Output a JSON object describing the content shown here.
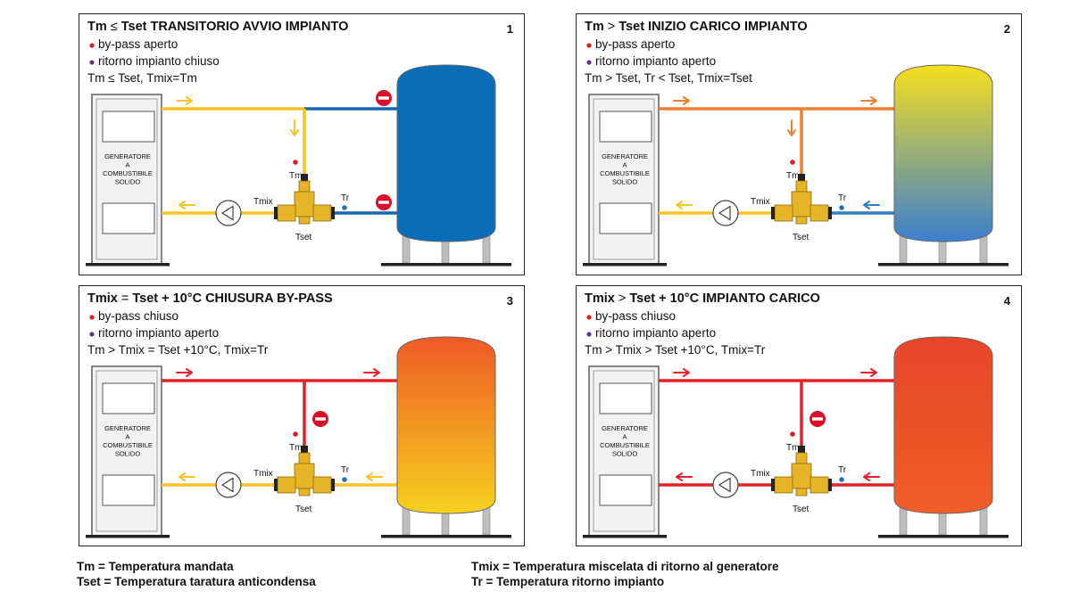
{
  "panels": [
    {
      "number": "1",
      "title_bold_1": "Tm",
      "title_op": "≤",
      "title_bold_2": "Tset TRANSITORIO AVVIO IMPIANTO",
      "line1": "by-pass aperto",
      "line2": "ritorno impianto chiuso",
      "line3": "Tm ≤ Tset, Tmix=Tm",
      "generator_label": [
        "GENERATORE",
        "A",
        "COMBUSTIBILE",
        "SOLIDO"
      ],
      "label_tm": "Tm",
      "label_tmix": "Tmix",
      "label_tr": "Tr",
      "label_tset": "Tset",
      "colors": {
        "supply": "#f7c325",
        "bypass": "#f7c325",
        "return_loop": "#f7c325",
        "plant_return": "#1565b5",
        "plant_supply": "#1565b5",
        "tank_top": "#0a6db8",
        "tank_bottom": "#0a6db8"
      },
      "arrows": [
        "supply-in",
        "bypass-down",
        "return-out"
      ],
      "stops": [
        "supply-stop",
        "return-stop"
      ]
    },
    {
      "number": "2",
      "title_bold_1": "Tm",
      "title_op": ">",
      "title_bold_2": "Tset INIZIO CARICO IMPIANTO",
      "line1": "by-pass aperto",
      "line2": "ritorno impianto aperto",
      "line3": "Tm > Tset, Tr < Tset, Tmix=Tset",
      "generator_label": [
        "GENERATORE",
        "A",
        "COMBUSTIBILE",
        "SOLIDO"
      ],
      "label_tm": "Tm",
      "label_tmix": "Tmix",
      "label_tr": "Tr",
      "label_tset": "Tset",
      "colors": {
        "supply": "#ef7f30",
        "bypass": "#ef7f30",
        "return_loop": "#f7c325",
        "plant_return": "#2f7bc4",
        "plant_supply": "#ef7f30",
        "tank_top": "#f6df1e",
        "tank_bottom": "#3b7fcf"
      },
      "arrows": [
        "supply-in",
        "supply-tank",
        "bypass-down",
        "return-out",
        "return-in"
      ],
      "stops": []
    },
    {
      "number": "3",
      "title_bold_1": "Tmix",
      "title_op": "=",
      "title_bold_2": "Tset + 10°C CHIUSURA BY-PASS",
      "line1": "by-pass chiuso",
      "line2": "ritorno impianto aperto",
      "line3": "Tm > Tmix = Tset +10°C, Tmix=Tr",
      "generator_label": [
        "GENERATORE",
        "A",
        "COMBUSTIBILE",
        "SOLIDO"
      ],
      "label_tm": "Tm",
      "label_tmix": "Tmix",
      "label_tr": "Tr",
      "label_tset": "Tset",
      "colors": {
        "supply": "#e4202a",
        "bypass": "#e4202a",
        "return_loop": "#f7c325",
        "plant_return": "#f7c325",
        "plant_supply": "#e4202a",
        "tank_top": "#ee5a26",
        "tank_bottom": "#f6d11e"
      },
      "arrows": [
        "supply-in",
        "supply-tank",
        "return-out",
        "return-in"
      ],
      "stops": [
        "bypass-stop"
      ]
    },
    {
      "number": "4",
      "title_bold_1": "Tmix",
      "title_op": ">",
      "title_bold_2": "Tset + 10°C IMPIANTO CARICO",
      "line1": "by-pass chiuso",
      "line2": "ritorno impianto aperto",
      "line3": "Tm > Tmix > Tset +10°C, Tmix=Tr",
      "generator_label": [
        "GENERATORE",
        "A",
        "COMBUSTIBILE",
        "SOLIDO"
      ],
      "label_tm": "Tm",
      "label_tmix": "Tmix",
      "label_tr": "Tr",
      "label_tset": "Tset",
      "colors": {
        "supply": "#e4202a",
        "bypass": "#e4202a",
        "return_loop": "#e4202a",
        "plant_return": "#e4202a",
        "plant_supply": "#e4202a",
        "tank_top": "#e8452a",
        "tank_bottom": "#ef5f26"
      },
      "arrows": [
        "supply-in",
        "supply-tank",
        "return-out",
        "return-in"
      ],
      "stops": [
        "bypass-stop"
      ]
    }
  ],
  "legend": {
    "tm": "Tm = Temperatura mandata",
    "tset": "Tset = Temperatura taratura anticondensa",
    "tmix": "Tmix = Temperatura miscelata di ritorno al generatore",
    "tr": "Tr = Temperatura ritorno impianto"
  },
  "colors": {
    "dot_red": "#d81e2a",
    "dot_purple": "#5b3a8f",
    "dot_tr": "#1d6fc0",
    "stop_sign": "#d8102a",
    "valve_body": "#e6b426",
    "valve_dark": "#222222",
    "generator": "#f2f2f2"
  }
}
